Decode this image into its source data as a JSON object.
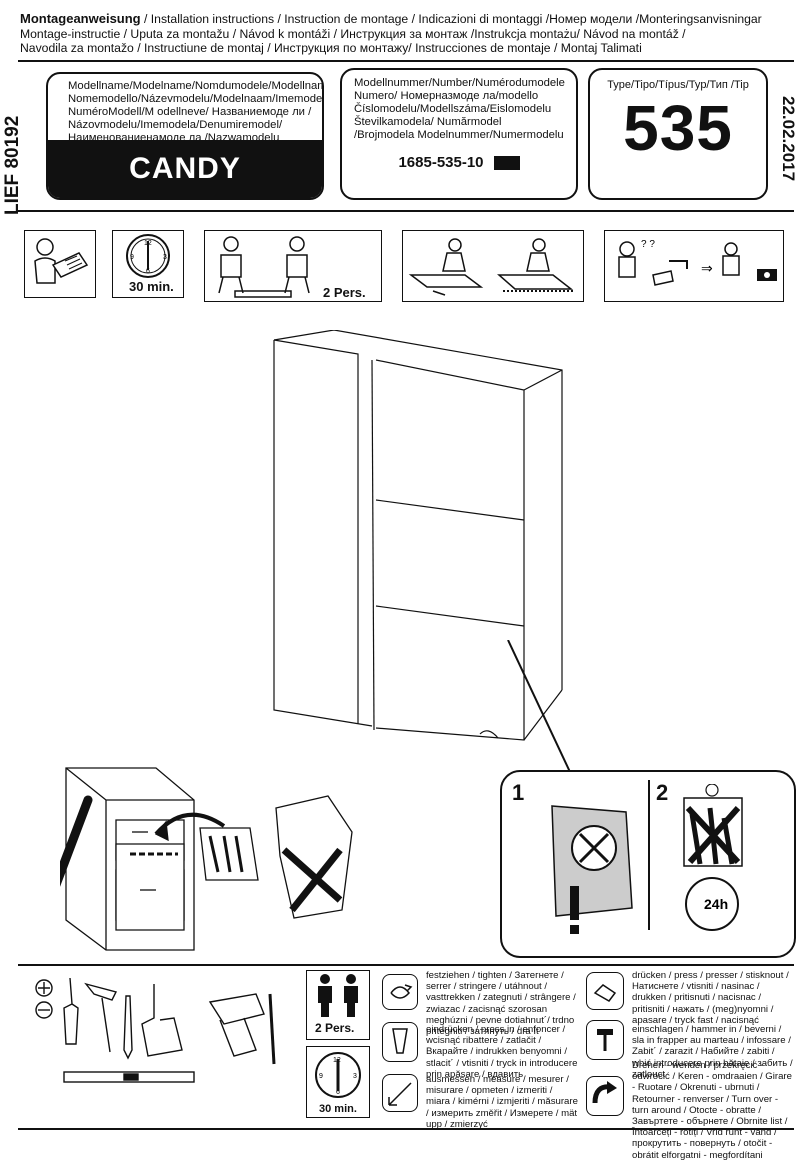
{
  "header": {
    "title_bold": "Montageanweisung",
    "title_rest": " / Installation instructions / Instruction de montage / Indicazioni di montaggi /Номер модели /Monteringsanvisningar",
    "line2": "Montage-instructie / Uputa za montažu / Návod k montáži / Инструкция за монтаж /Instrukcja montażu/ Návod na montáž /",
    "line3": "Navodila za montažo / Instructiune de montaj / Инструкция по монтажу/ Instrucciones de montaje / Montaj Talimati"
  },
  "lief": "LIEF 80192",
  "date": "22.02.2017",
  "model_name": {
    "labels": "Modellname/Modelname/Nomdumodele/Modellnamn Nomemodello/Názevmodelu/Modelnaam/Imemodela NuméroModell/M odellneve/ Названиемоде ли / Názovmodelu/Imemodela/Denumiremodel/ Наименованиенамоде ла /Nazwamodelu",
    "value": "CANDY"
  },
  "model_number": {
    "labels": "Modellnummer/Number/Numérodumodele Numero/ Номерназмоде ла/modello Číslomodelu/Modellszáma/Eislomodelu Številkamodela/ Numărmodel /Brojmodela Modelnummer/Numermodelu",
    "value": "1685-535-10"
  },
  "type": {
    "label": "Type/Tipo/Típus/Typ/Тип /Tip",
    "value": "535"
  },
  "icons_row": {
    "clock_label": "30 min.",
    "persons_label": "2 Pers."
  },
  "detail": {
    "step1": "1",
    "step2": "2",
    "clock_24": "24h"
  },
  "tools": {
    "persons_label": "2 Pers.",
    "clock_label": "30 min.",
    "instr": [
      {
        "id": "tighten",
        "text": "festziehen / tighten / Затегнете / serrer / stringere / utáhnout / vasttrekken / zategnuti / strângere / zwiazac / zacisnąć szorosan meghúzni / pevne dotiahnut´/ trdno pritegniti / затянуть / dra İt"
      },
      {
        "id": "press-in",
        "text": "eindrücken / press in / enfoncer / wcisnąć ribattere / zatlačit / Вкарайте / indrukken benyomni / stlacit´ / vtisniti / tryck in introducere prin apăsare / вдавить"
      },
      {
        "id": "measure",
        "text": "ausmessen / measure / mesurer / misurare / opmeten / izmeriti / miara / kimérni / izmjeriti / măsurare / измерить změřit / Измерете / mät upp / zmierzyć"
      },
      {
        "id": "press",
        "text": "drücken / press / presser / stisknout / Натиснете / vtisniti / nasinac / drukken / pritisnuti / nacisnac / pritisniti / нажать / (meg)nyomni / apasare / tryck fast / nacisnąć"
      },
      {
        "id": "hammer",
        "text": "einschlagen / hammer in / beverni / sla in frapper au marteau / infossare / Zabit´ / zarazit / Набийте / zabiti / wbić introducere prin bătaie / забить / zatlouct"
      },
      {
        "id": "turn",
        "text": "Drehen - wenden / przekręcić - odwrócić / Keren - omdraaien / Girare - Ruotare / Okrenuti - ubrnuti / Retourner - renverser / Turn over - turn around / Otocte - obratte / Завъртете - обърнете / Obrnite list / Întoarceți - rotiți / Vrid runt - vänd / прокрутить - повернуть / otočit - obrátit elforgatni - megfordítani"
      }
    ]
  }
}
